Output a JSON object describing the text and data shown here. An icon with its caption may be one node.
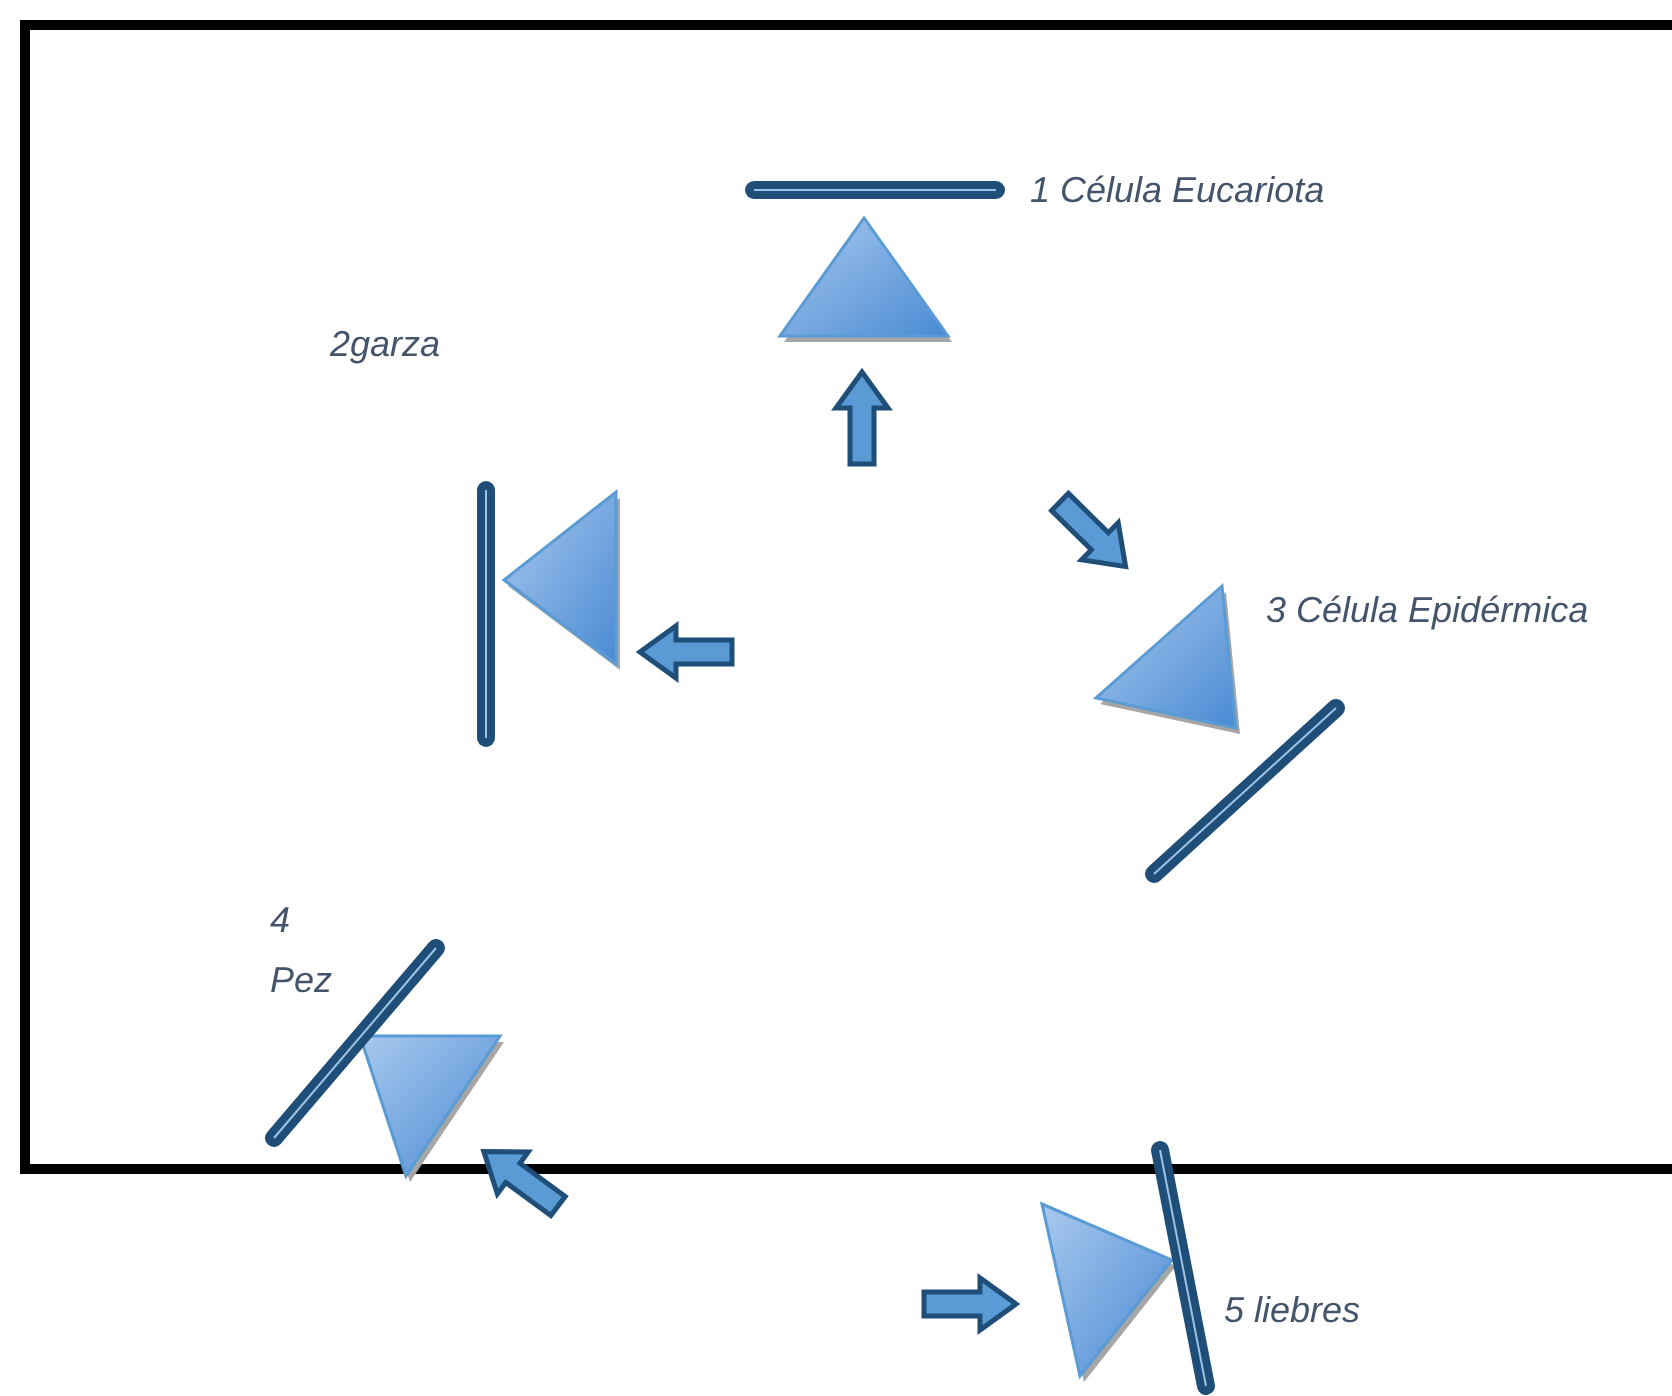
{
  "diagram": {
    "nodes": [
      {
        "text": [
          "1 Célula Eucariota"
        ]
      },
      {
        "text": [
          "2garza"
        ]
      },
      {
        "text": [
          "3 Célula Epidérmica"
        ]
      },
      {
        "text": [
          "4 Pez"
        ]
      },
      {
        "text": [
          "5 liebres"
        ]
      }
    ],
    "edges": [
      {
        "from": null,
        "to": 0,
        "arrow": "to"
      },
      {
        "from": null,
        "to": 2,
        "arrow": "to"
      },
      {
        "from": null,
        "to": 1,
        "arrow": "to"
      },
      {
        "from": null,
        "to": 3,
        "arrow": "to"
      },
      {
        "from": null,
        "to": 4,
        "arrow": "to"
      }
    ]
  }
}
